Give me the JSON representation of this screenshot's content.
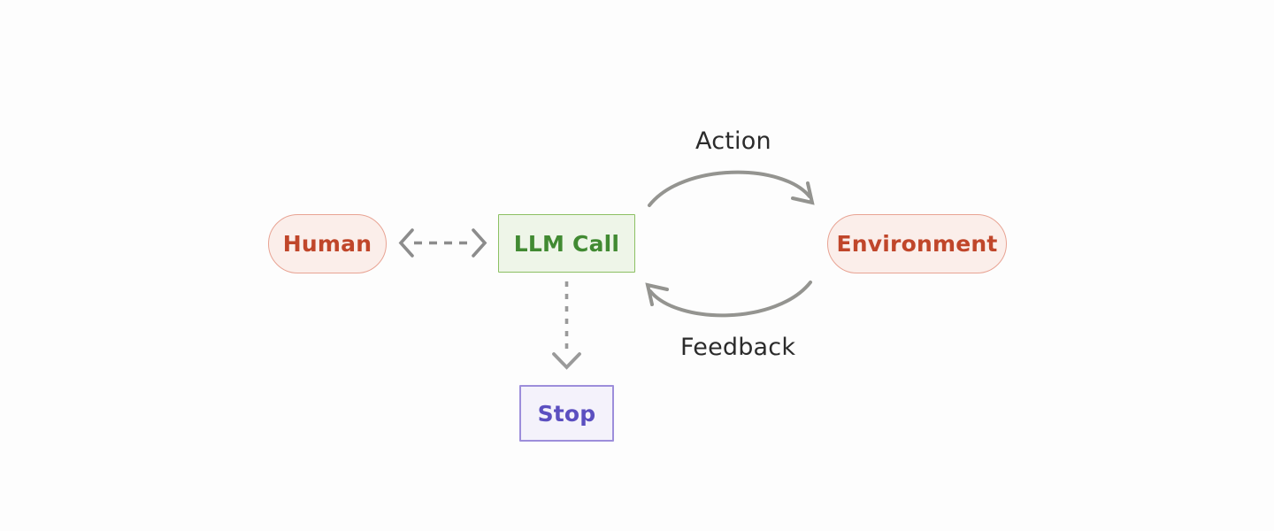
{
  "diagram": {
    "title": "Agent loop diagram",
    "background_color": "#fdfdfd",
    "nodes": [
      {
        "id": "human",
        "label": "Human",
        "shape": "stadium",
        "fill": "#fbeeea",
        "stroke": "#e8a393",
        "text_color": "#c0462a"
      },
      {
        "id": "llm_call",
        "label": "LLM Call",
        "shape": "rectangle",
        "fill": "#eef5e8",
        "stroke": "#8cc063",
        "text_color": "#418a32"
      },
      {
        "id": "environment",
        "label": "Environment",
        "shape": "stadium",
        "fill": "#fbeeea",
        "stroke": "#e8a393",
        "text_color": "#c0462a"
      },
      {
        "id": "stop",
        "label": "Stop",
        "shape": "rectangle",
        "fill": "#f4f2fb",
        "stroke": "#9d8edb",
        "text_color": "#5b4fc0"
      }
    ],
    "edges": [
      {
        "id": "human-llm",
        "from": "human",
        "to": "llm_call",
        "label": "",
        "style": "dashed",
        "arrows": "both",
        "color": "#8c8c8c"
      },
      {
        "id": "llm-environment",
        "from": "llm_call",
        "to": "environment",
        "label": "Action",
        "style": "solid-arc",
        "arrows": "end",
        "color": "#949490"
      },
      {
        "id": "environment-llm",
        "from": "environment",
        "to": "llm_call",
        "label": "Feedback",
        "style": "solid-arc",
        "arrows": "end",
        "color": "#949490"
      },
      {
        "id": "llm-stop",
        "from": "llm_call",
        "to": "stop",
        "label": "",
        "style": "dotted",
        "arrows": "end",
        "color": "#9a9a9a"
      }
    ],
    "labels": {
      "action": "Action",
      "feedback": "Feedback"
    }
  }
}
